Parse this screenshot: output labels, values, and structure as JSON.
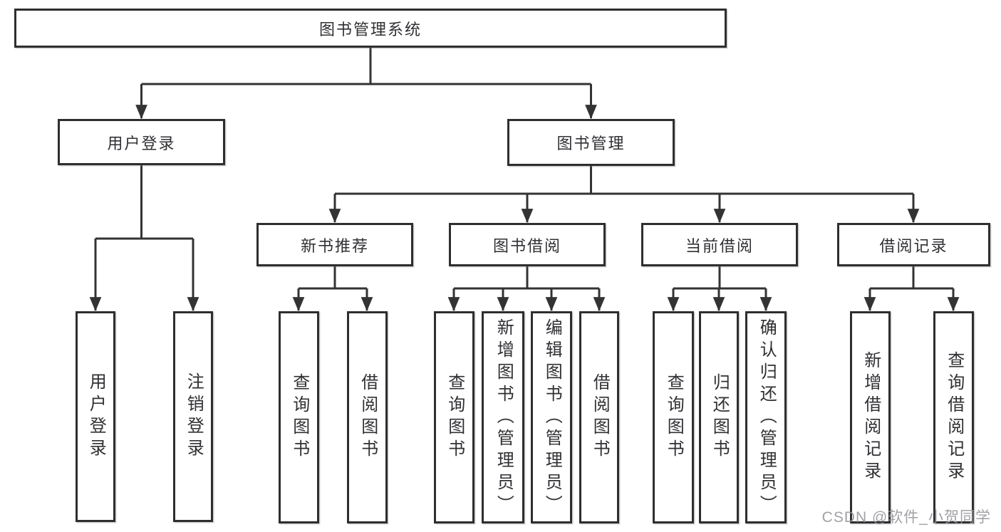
{
  "diagram": {
    "root": "图书管理系统",
    "branches": [
      {
        "label": "用户登录",
        "children": [
          "用户登录",
          "注销登录"
        ]
      },
      {
        "label": "图书管理",
        "sections": [
          {
            "label": "新书推荐",
            "children": [
              "查询图书",
              "借阅图书"
            ]
          },
          {
            "label": "图书借阅",
            "children": [
              "查询图书",
              "新增图书（管理员）",
              "编辑图书（管理员）",
              "借阅图书"
            ]
          },
          {
            "label": "当前借阅",
            "children": [
              "查询图书",
              "归还图书",
              "确认归还（管理员）"
            ]
          },
          {
            "label": "借阅记录",
            "children": [
              "新增借阅记录",
              "查询借阅记录"
            ]
          }
        ]
      }
    ]
  },
  "watermark": {
    "text": "CSDN @软件_小贺同学"
  },
  "colors": {
    "line": "#333333",
    "box_border": "#2e2e30",
    "text": "#303034",
    "background": "#ffffff",
    "watermark": "#94949a"
  }
}
